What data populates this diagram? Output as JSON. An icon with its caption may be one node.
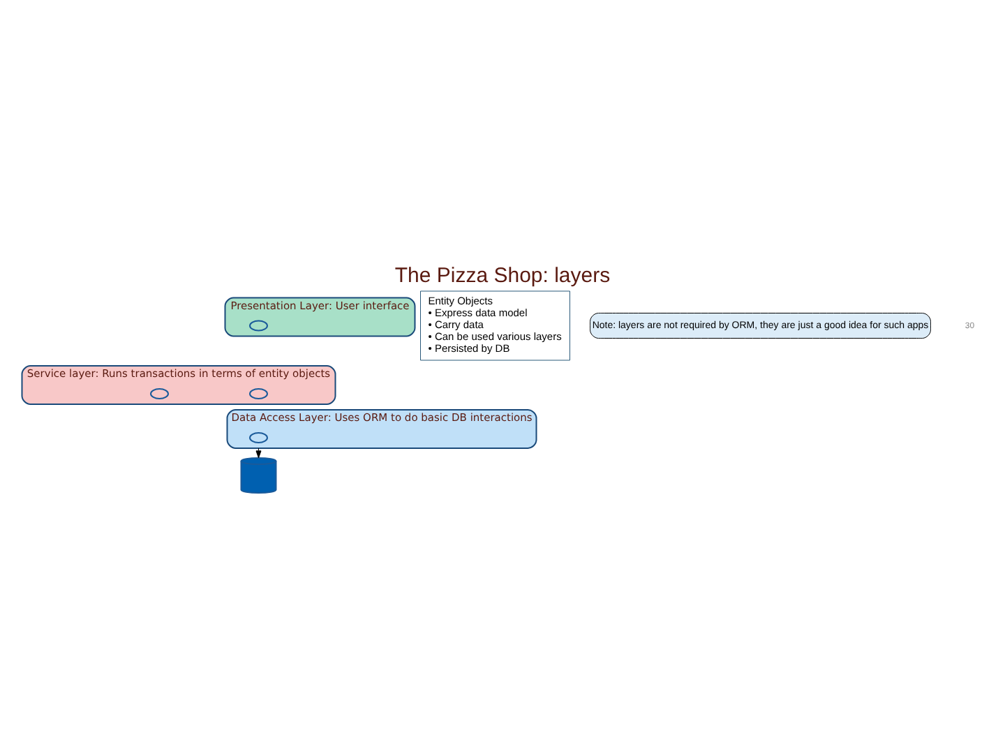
{
  "diagram": {
    "title": "The Pizza Shop: layers",
    "nodes": [
      {
        "text": [
          "Presentation Layer: User interface"
        ]
      },
      {
        "text": [
          "Service layer: Runs transactions in terms of entity objects"
        ]
      },
      {
        "text": [
          "Data Access Layer: Uses ORM to do basic DB interactions"
        ]
      },
      {
        "text": [],
        "shape": "circle",
        "in": 0
      },
      {
        "text": [],
        "shape": "circle",
        "in": 1
      },
      {
        "text": [],
        "shape": "circle",
        "in": 1
      },
      {
        "text": [],
        "shape": "circle",
        "in": 2
      },
      {
        "text": [
          "Entity Objects",
          "• Express data model",
          "• Carry data",
          "• Can be used various layers",
          "• Persisted by DB"
        ]
      },
      {
        "text": [],
        "shape": "cylinder"
      },
      {
        "text": [
          "Note: layers are not required by ORM, they are just a good idea for such apps"
        ]
      }
    ],
    "edges": [
      {
        "from": 2,
        "to": 8,
        "arrow": "to"
      }
    ],
    "labels": [
      "30"
    ]
  }
}
